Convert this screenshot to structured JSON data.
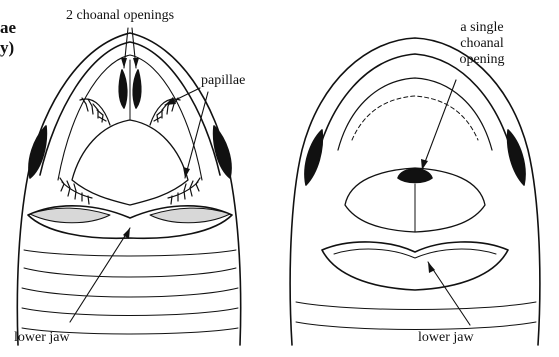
{
  "heading": {
    "line1": "ae",
    "line2": "y)"
  },
  "left_head": {
    "label_choanal": "2 choanal openings",
    "label_papillae": "papillae",
    "label_jaw": "lower jaw"
  },
  "right_head": {
    "label_choanal_1": "a single",
    "label_choanal_2": "choanal",
    "label_choanal_3": "opening",
    "label_jaw": "lower jaw"
  }
}
